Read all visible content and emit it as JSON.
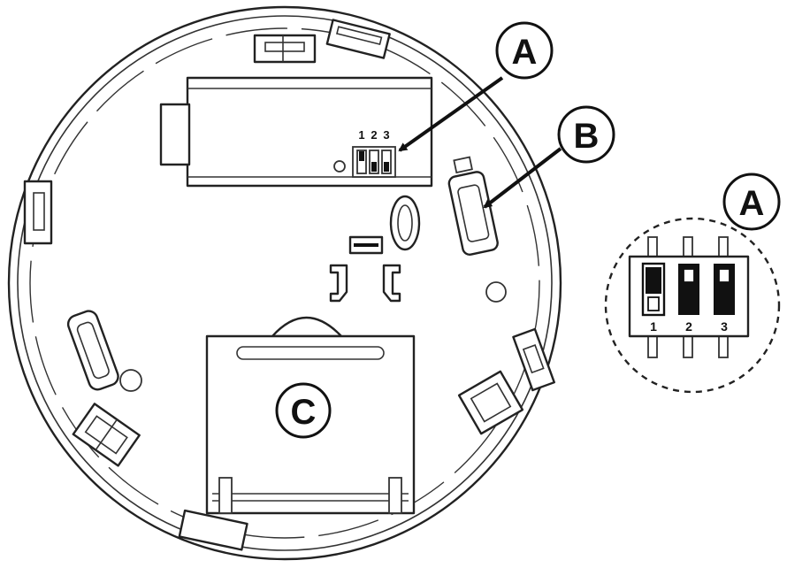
{
  "callouts": {
    "a": "A",
    "b": "B",
    "c": "C",
    "inset": "A"
  },
  "main_dip_numbers": [
    "1",
    "2",
    "3"
  ],
  "inset_dip_numbers": [
    "1",
    "2",
    "3"
  ],
  "colors": {
    "line": "#222222",
    "background": "#ffffff"
  }
}
